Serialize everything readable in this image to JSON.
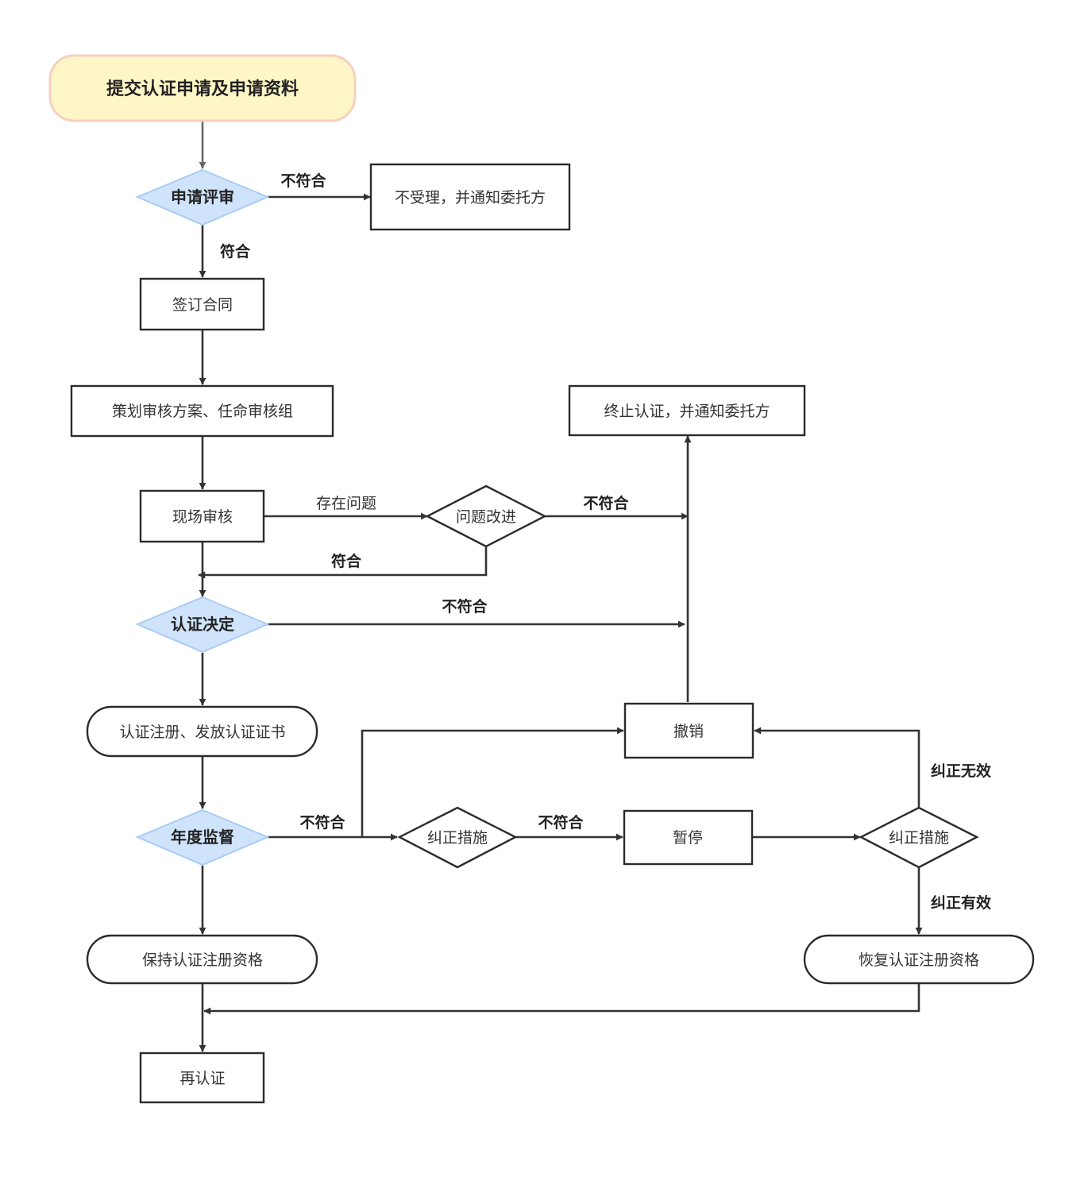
{
  "nodes": {
    "submit": "提交认证申请及申请资料",
    "review": "申请评审",
    "reject": "不受理，并通知委托方",
    "contract": "签订合同",
    "plan": "策划审核方案、任命审核组",
    "terminate": "终止认证，并通知委托方",
    "onsite": "现场审核",
    "improve": "问题改进",
    "decision": "认证决定",
    "register": "认证注册、发放认证证书",
    "revoke": "撤销",
    "annual": "年度监督",
    "corrective1": "纠正措施",
    "suspend": "暂停",
    "corrective2": "纠正措施",
    "maintain": "保持认证注册资格",
    "restore": "恢复认证注册资格",
    "recert": "再认证"
  },
  "edges": {
    "review_fail": "不符合",
    "review_pass": "符合",
    "has_issue": "存在问题",
    "improve_fail": "不符合",
    "improve_pass": "符合",
    "decision_fail": "不符合",
    "annual_fail": "不符合",
    "corrective1_fail": "不符合",
    "corrective2_invalid": "纠正无效",
    "corrective2_valid": "纠正有效"
  },
  "colors": {
    "start_fill": "#fff6c8",
    "start_border": "#f6cfbf",
    "decision_fill": "#cfe4fb",
    "line": "#333333"
  }
}
